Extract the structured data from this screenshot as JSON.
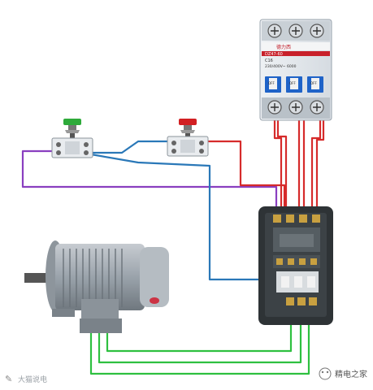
{
  "breaker": {
    "brand": "德力西",
    "model_line": "DZ47-60",
    "rating_line": "C16",
    "spec_line": "230/400V~ 6000",
    "handle_labels": [
      "OFF",
      "OFF",
      "OFF"
    ]
  },
  "buttons": {
    "start_color": "#2eaa3a",
    "stop_color": "#d21f22"
  },
  "motor": {
    "body_color": "#9aa3ab",
    "nameplate_color": "#cc3344"
  },
  "contactor": {
    "body_color": "#2e3336",
    "terminal_color": "#c8a040"
  },
  "wire_colors": {
    "purple": "#8a3fc0",
    "blue": "#2a78b8",
    "red": "#d62b2b",
    "green": "#2ec040"
  },
  "watermarks": {
    "left": "大猫说电",
    "right": "精电之家"
  }
}
